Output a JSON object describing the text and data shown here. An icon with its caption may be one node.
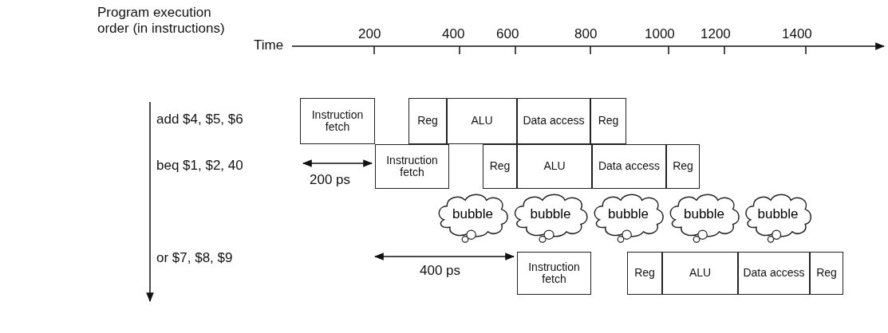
{
  "diagram": {
    "nodes": [
      {
        "text": [
          "Instruction fetch"
        ]
      },
      {
        "text": [
          "Reg"
        ]
      },
      {
        "text": [
          "ALU"
        ]
      },
      {
        "text": [
          "Data access"
        ]
      },
      {
        "text": [
          "Reg"
        ]
      },
      {
        "text": [
          "Instruction fetch"
        ]
      },
      {
        "text": [
          "Reg"
        ]
      },
      {
        "text": [
          "ALU"
        ]
      },
      {
        "text": [
          "Data access"
        ]
      },
      {
        "text": [
          "Reg"
        ]
      },
      {
        "text": [
          "bubble"
        ]
      },
      {
        "text": [
          "bubble"
        ]
      },
      {
        "text": [
          "bubble"
        ]
      },
      {
        "text": [
          "bubble"
        ]
      },
      {
        "text": [
          "bubble"
        ]
      },
      {
        "text": [
          "Instruction fetch"
        ]
      },
      {
        "text": [
          "Reg"
        ]
      },
      {
        "text": [
          "ALU"
        ]
      },
      {
        "text": [
          "Data access"
        ]
      },
      {
        "text": [
          "Reg"
        ]
      }
    ],
    "edges": [],
    "labels": [
      "Program execution order (in instructions)",
      "Time",
      "200",
      "400",
      "600",
      "800",
      "1000",
      "1200",
      "1400",
      "add $4, $5, $6",
      "beq $1, $2, 40",
      "200 ps",
      "or $7, $8, $9",
      "400 ps"
    ]
  }
}
